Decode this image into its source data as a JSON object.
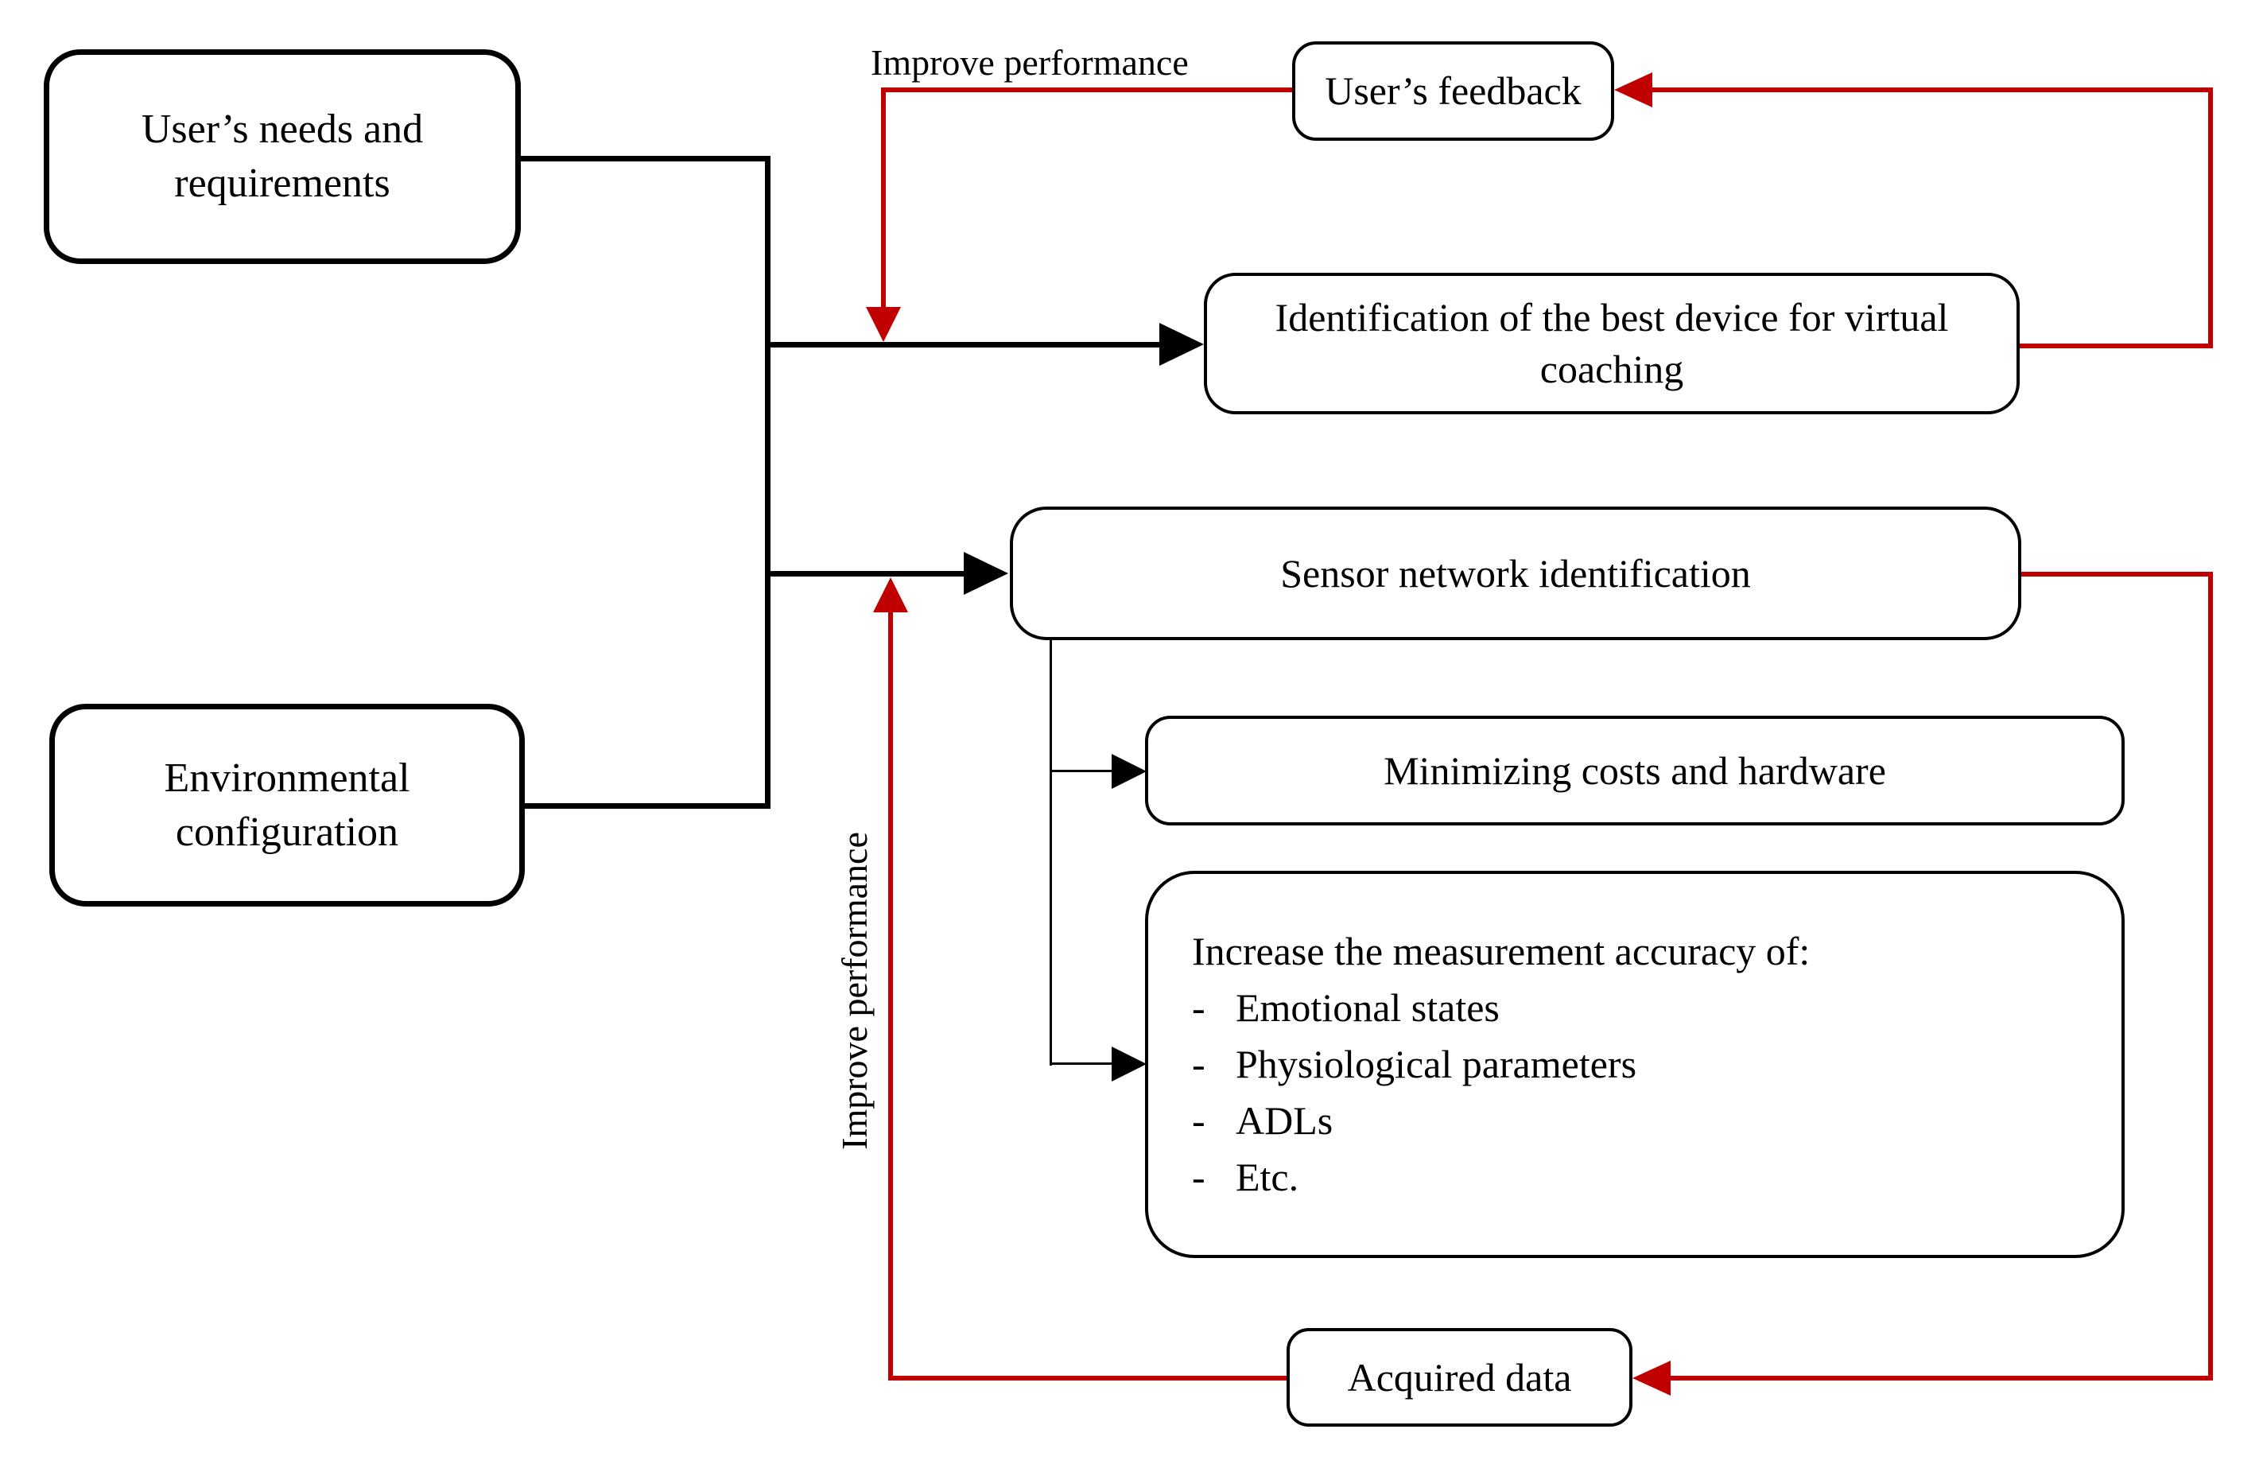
{
  "diagram": {
    "title": "Virtual coaching sensor network design flowchart",
    "colors": {
      "background": "#ffffff",
      "box_border": "#000000",
      "black_connector": "#000000",
      "red_connector": "#c00000"
    },
    "boxes": {
      "users_needs": {
        "label": "User’s needs and requirements"
      },
      "env_config": {
        "label": "Environmental configuration"
      },
      "users_feedback": {
        "label": "User’s feedback"
      },
      "identification": {
        "label": "Identification of the best device for virtual coaching"
      },
      "sensor_network": {
        "label": "Sensor network identification"
      },
      "minimizing": {
        "label": "Minimizing costs and hardware"
      },
      "increase_accuracy": {
        "title": "Increase the measurement accuracy of:",
        "bullet": "-",
        "items": [
          "Emotional states",
          "Physiological parameters",
          "ADLs",
          "Etc."
        ]
      },
      "acquired_data": {
        "label": "Acquired data"
      }
    },
    "labels": {
      "improve_performance_top": "Improve performance",
      "improve_performance_side": "Improve performance"
    }
  }
}
